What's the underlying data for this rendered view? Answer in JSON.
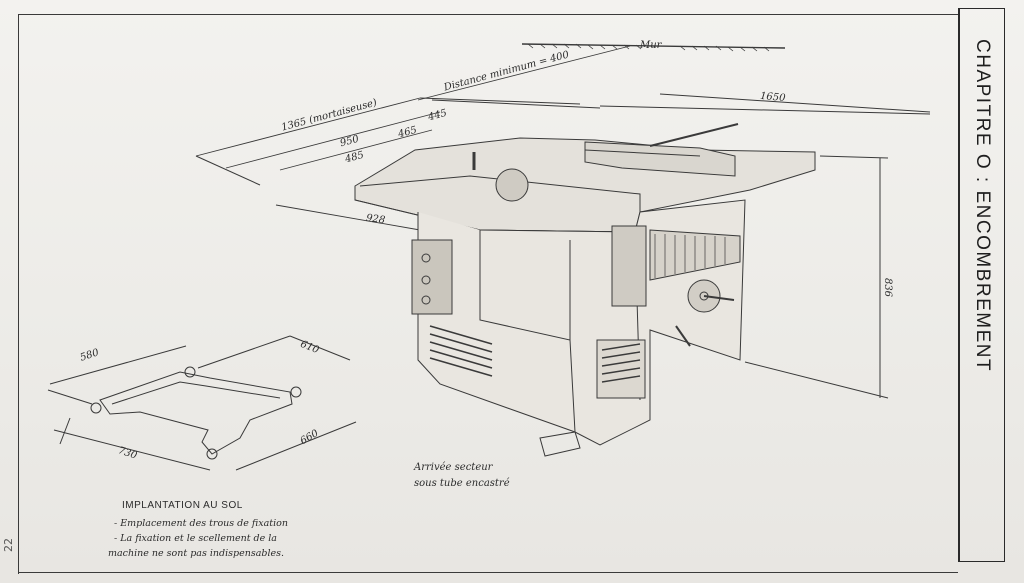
{
  "sidebar": {
    "title": "CHAPITRE   O : ENCOMBREMENT"
  },
  "page_number": "22",
  "wall": {
    "label": "Mur"
  },
  "dimensions": {
    "min_distance": "Distance minimum = 400",
    "mortising": "1365 (mortaiseuse)",
    "d950": "950",
    "d485": "485",
    "d445": "445",
    "d465": "465",
    "d1650": "1650",
    "d928": "928",
    "d836": "836"
  },
  "floor_plan": {
    "d580": "580",
    "d610": "610",
    "d730": "730",
    "d660": "660"
  },
  "power_note": {
    "line1": "Arrivée secteur",
    "line2": "sous tube encastré"
  },
  "installation": {
    "title": "IMPLANTATION  AU  SOL",
    "line1": "- Emplacement  des  trous  de  fixation",
    "line2": "- La  fixation  et  le  scellement  de  la",
    "line3": "machine  ne  sont  pas   indispensables."
  }
}
